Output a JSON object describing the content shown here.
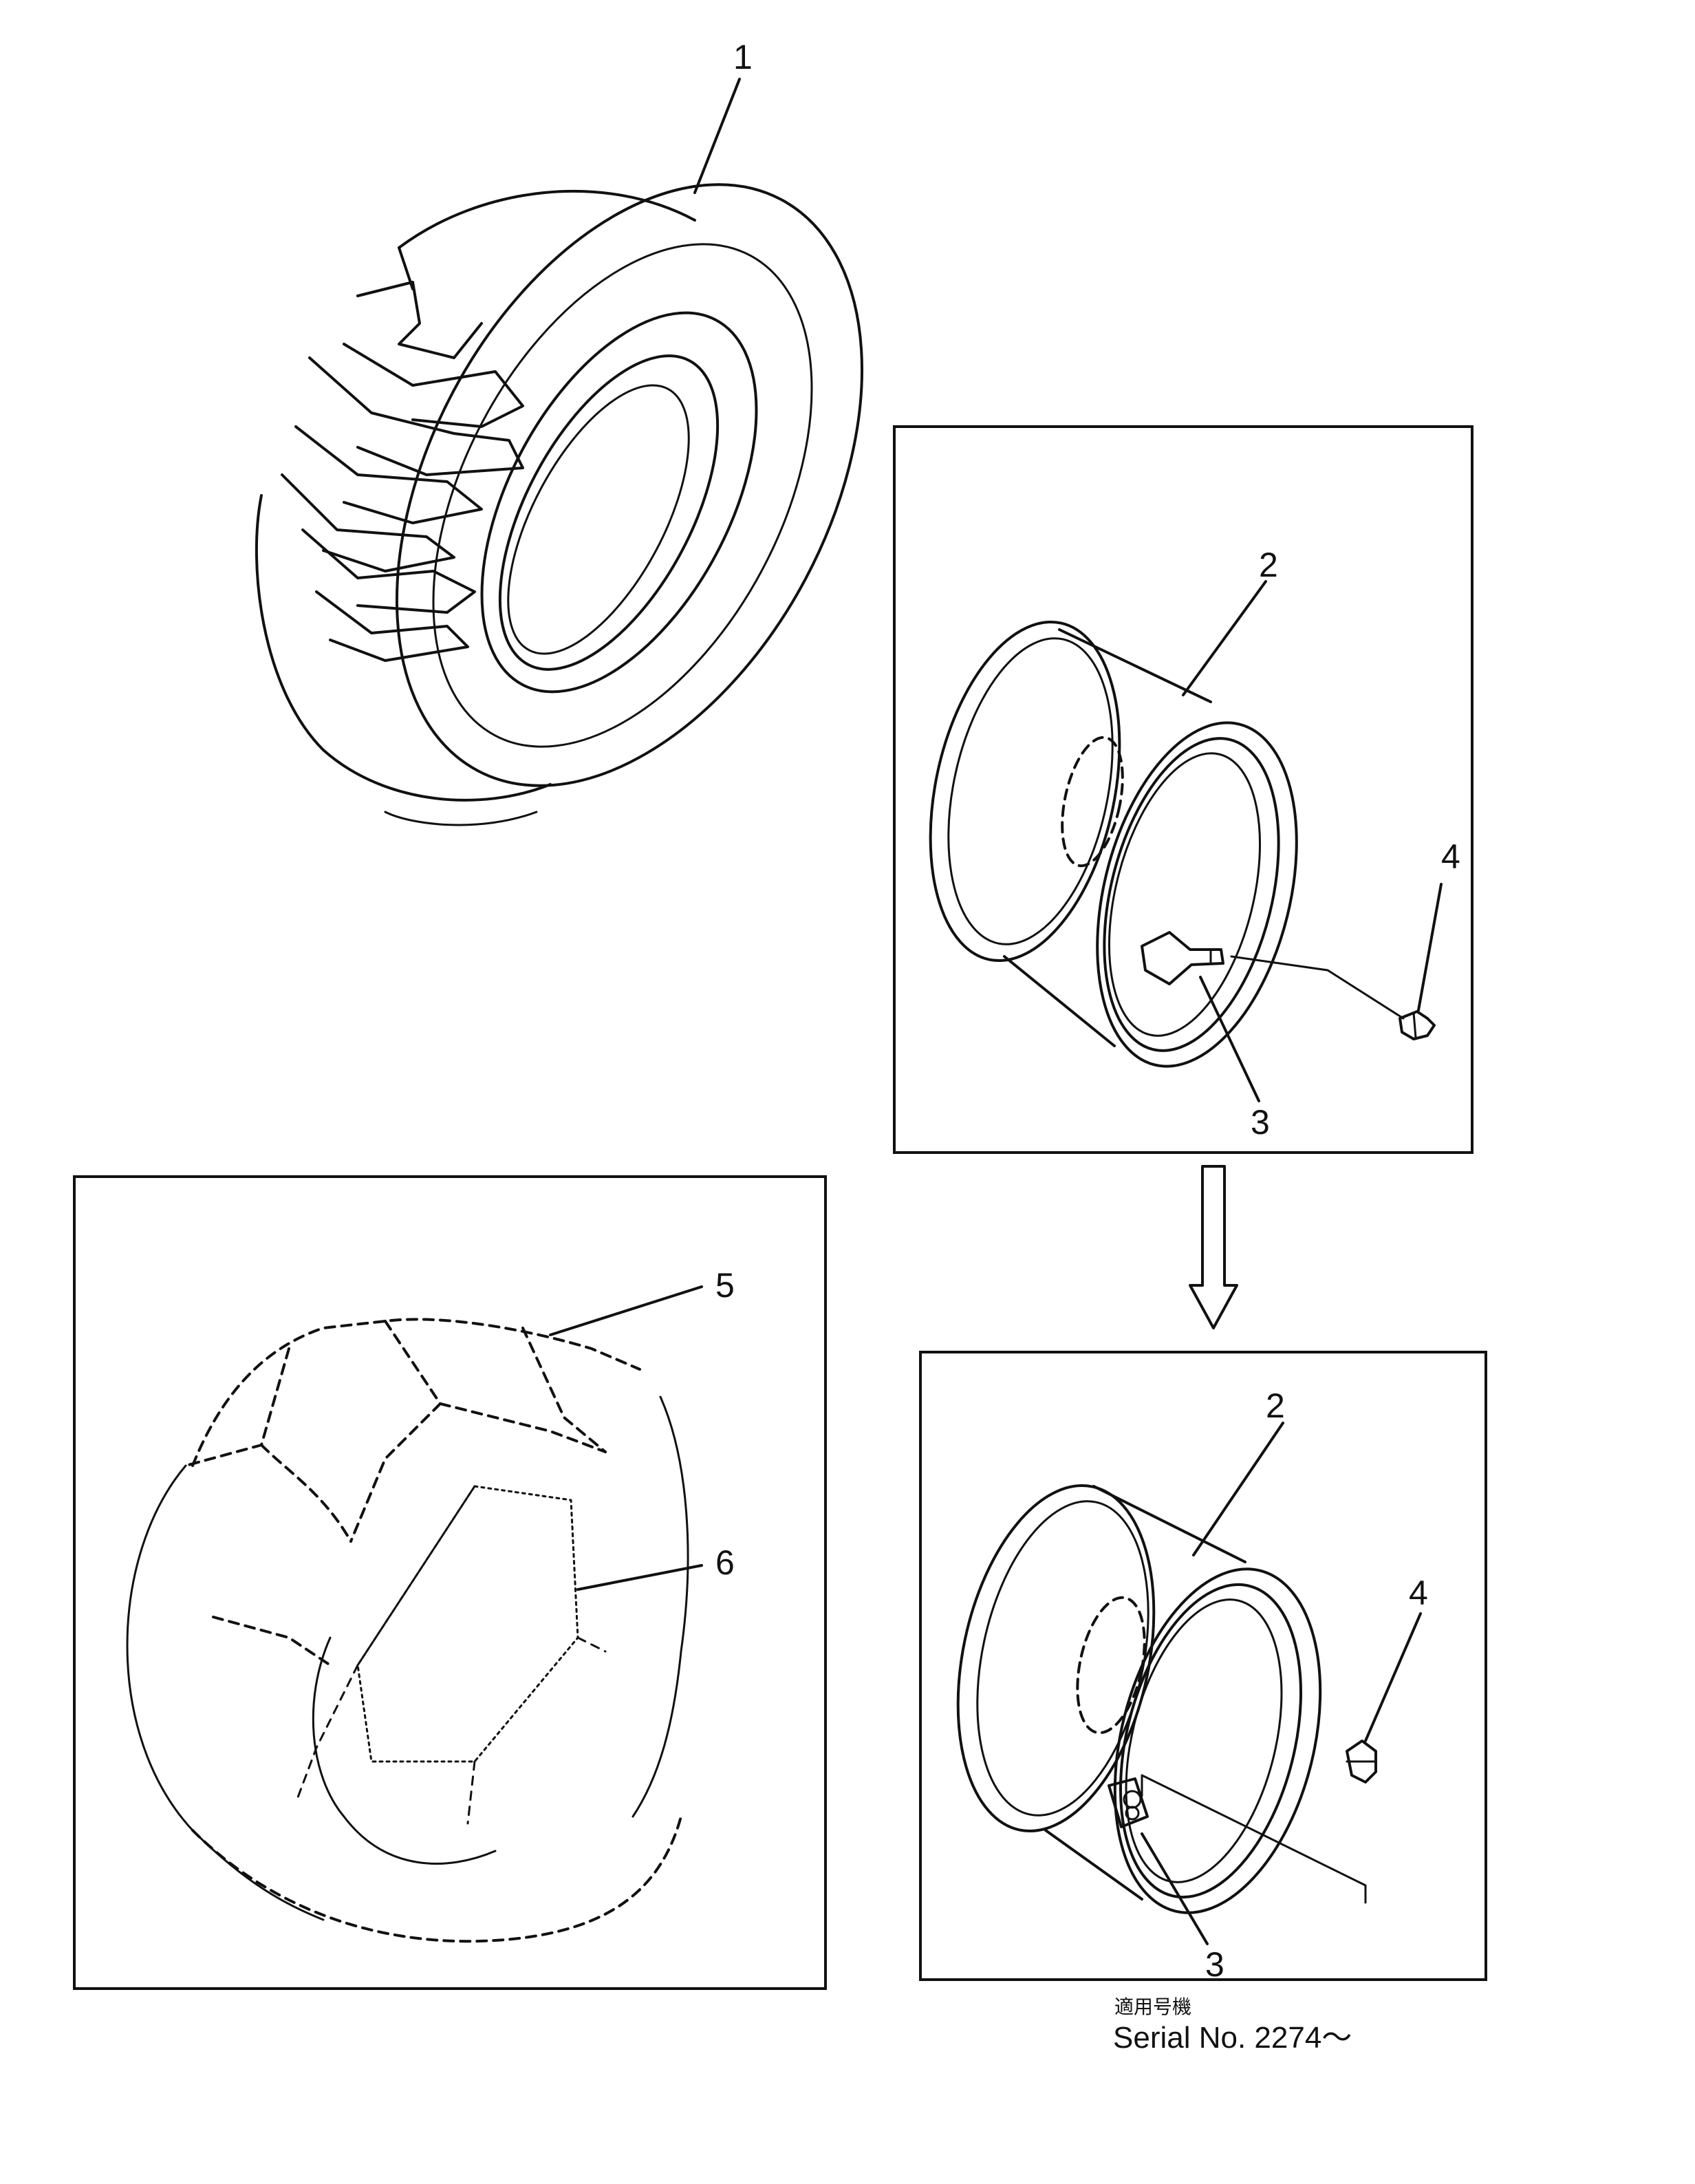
{
  "callouts": {
    "tire": "1",
    "rim_upper": "2",
    "valve_upper": "3",
    "cap_upper": "4",
    "chain_cross": "5",
    "chain_side": "6",
    "rim_lower": "2",
    "valve_lower": "3",
    "cap_lower": "4"
  },
  "caption": {
    "applicable_jp": "適用号機",
    "serial": "Serial No. 2274～"
  }
}
